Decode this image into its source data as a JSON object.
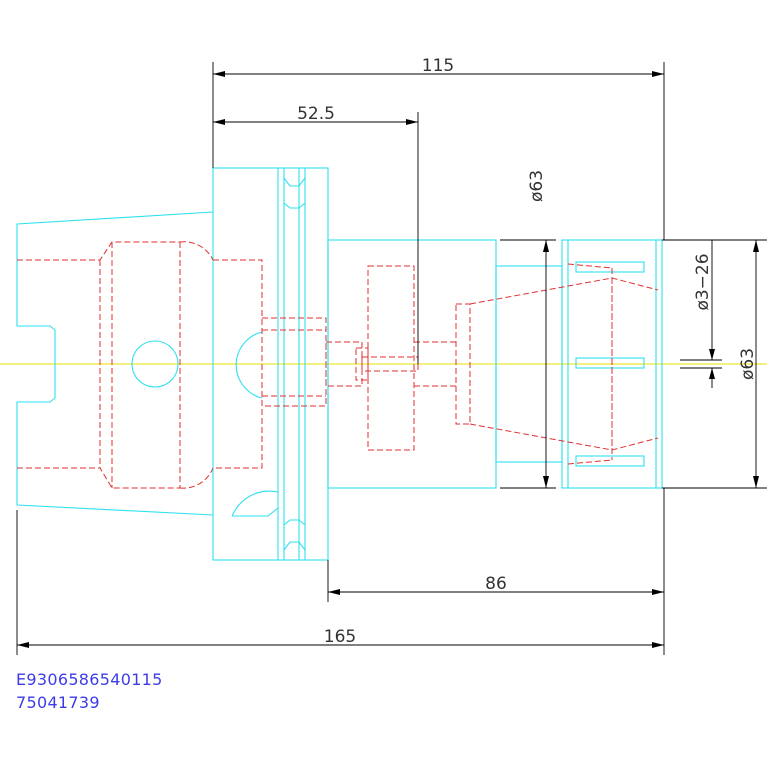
{
  "drawing": {
    "dimensions": {
      "d115": "115",
      "d52_5": "52.5",
      "d86": "86",
      "d165": "165",
      "dia63_left": "ø63",
      "dia63_right": "ø63",
      "range_3_26": "ø3−26"
    },
    "codes": {
      "line1": "E9306586540115",
      "line2": "75041739"
    },
    "colors": {
      "outline": "#2ee0f0",
      "hidden": "#e03030",
      "dimension": "#000000",
      "centerline": "#e8e000",
      "code_text": "#3c3ce8"
    }
  }
}
